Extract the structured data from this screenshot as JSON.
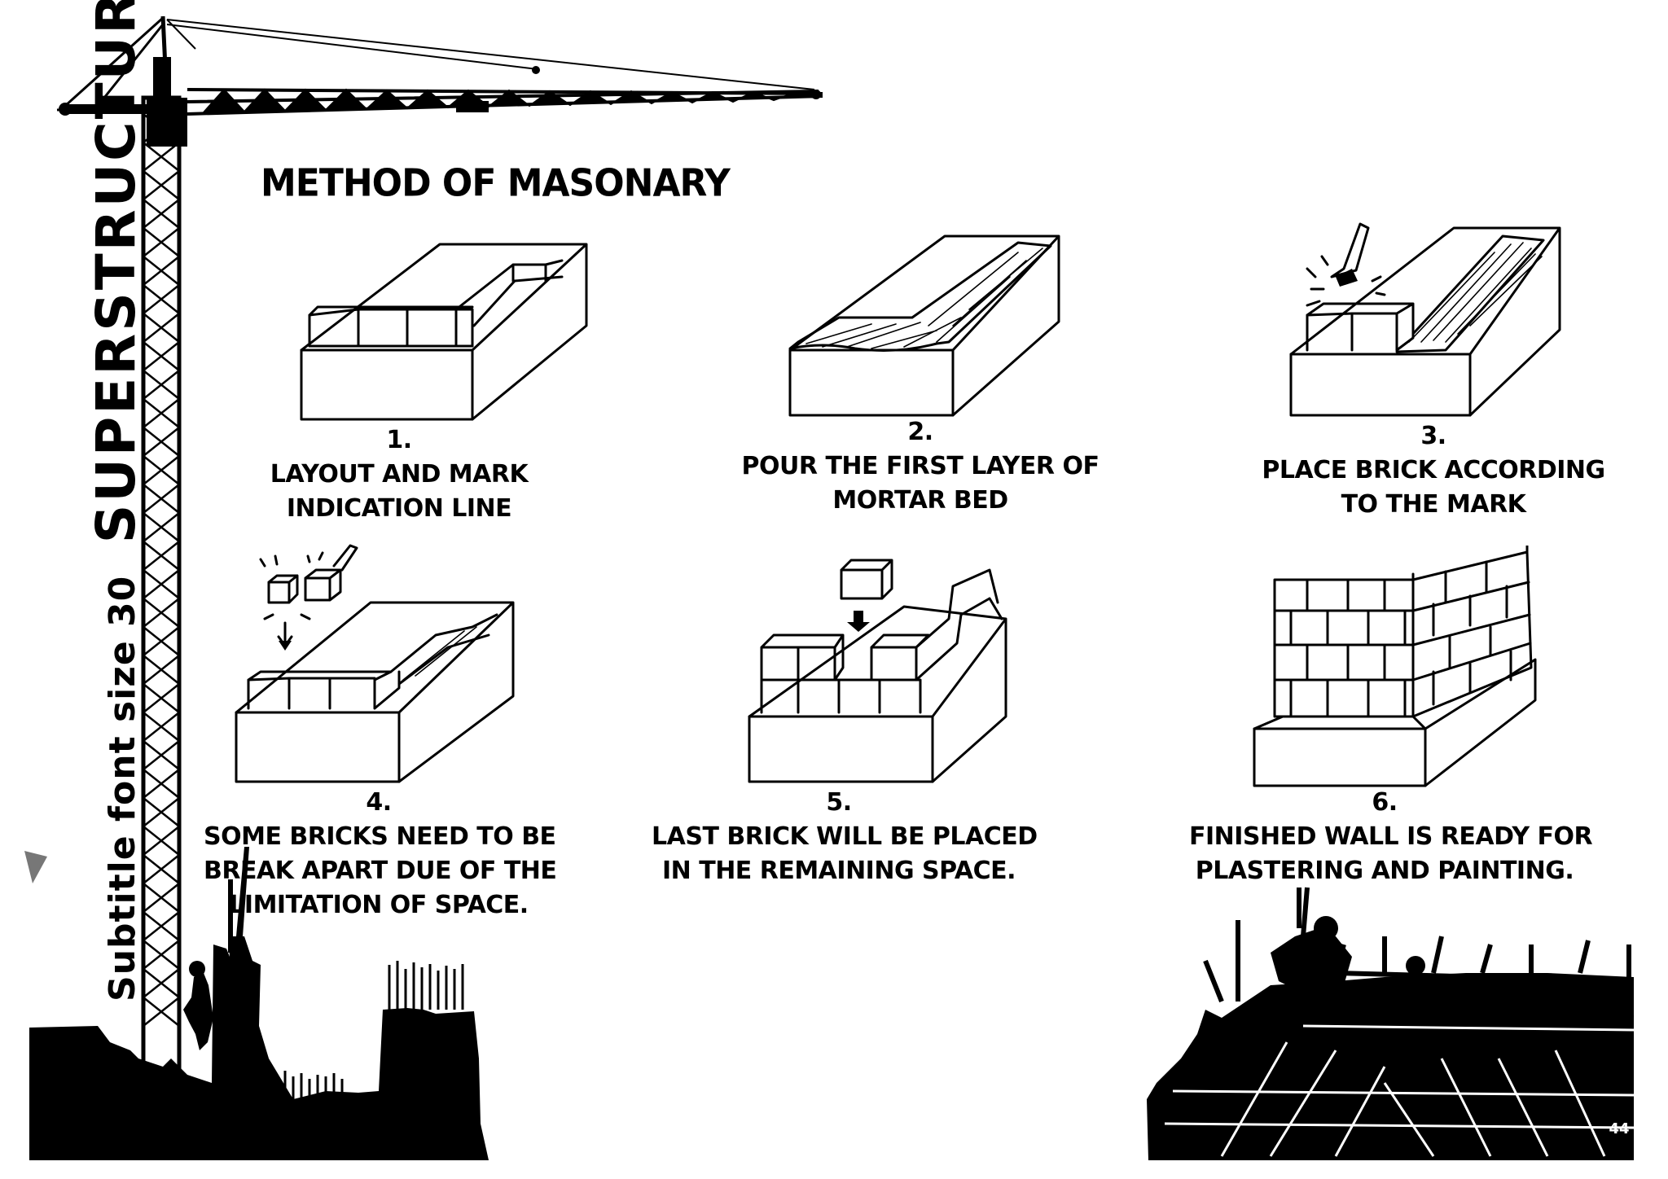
{
  "vertical_title": {
    "subtitle": "Subtitle font size 30",
    "title": "SUPERSTRUCTURE"
  },
  "heading": "METHOD OF MASONARY",
  "steps": [
    {
      "number": "1.",
      "lines": [
        "LAYOUT AND MARK",
        "INDICATION LINE"
      ]
    },
    {
      "number": "2.",
      "lines": [
        "POUR THE FIRST LAYER OF",
        "MORTAR BED"
      ]
    },
    {
      "number": "3.",
      "lines": [
        "PLACE BRICK ACCORDING",
        "TO THE MARK"
      ]
    },
    {
      "number": "4.",
      "lines": [
        "SOME BRICKS NEED TO BE",
        "BREAK APART DUE OF THE",
        "LIMITATION OF SPACE."
      ]
    },
    {
      "number": "5.",
      "lines": [
        "LAST BRICK WILL BE PLACED",
        "IN THE REMAINING SPACE."
      ]
    },
    {
      "number": "6.",
      "lines": [
        "FINISHED WALL IS READY FOR",
        "PLASTERING AND PAINTING."
      ]
    }
  ],
  "page_number": "44",
  "colors": {
    "ink": "#000000",
    "paper": "#ffffff"
  },
  "illustrations": [
    "crane-silhouette",
    "construction-skyline-silhouette",
    "scaffold-workers-silhouette",
    "brick-wall-sketches"
  ]
}
